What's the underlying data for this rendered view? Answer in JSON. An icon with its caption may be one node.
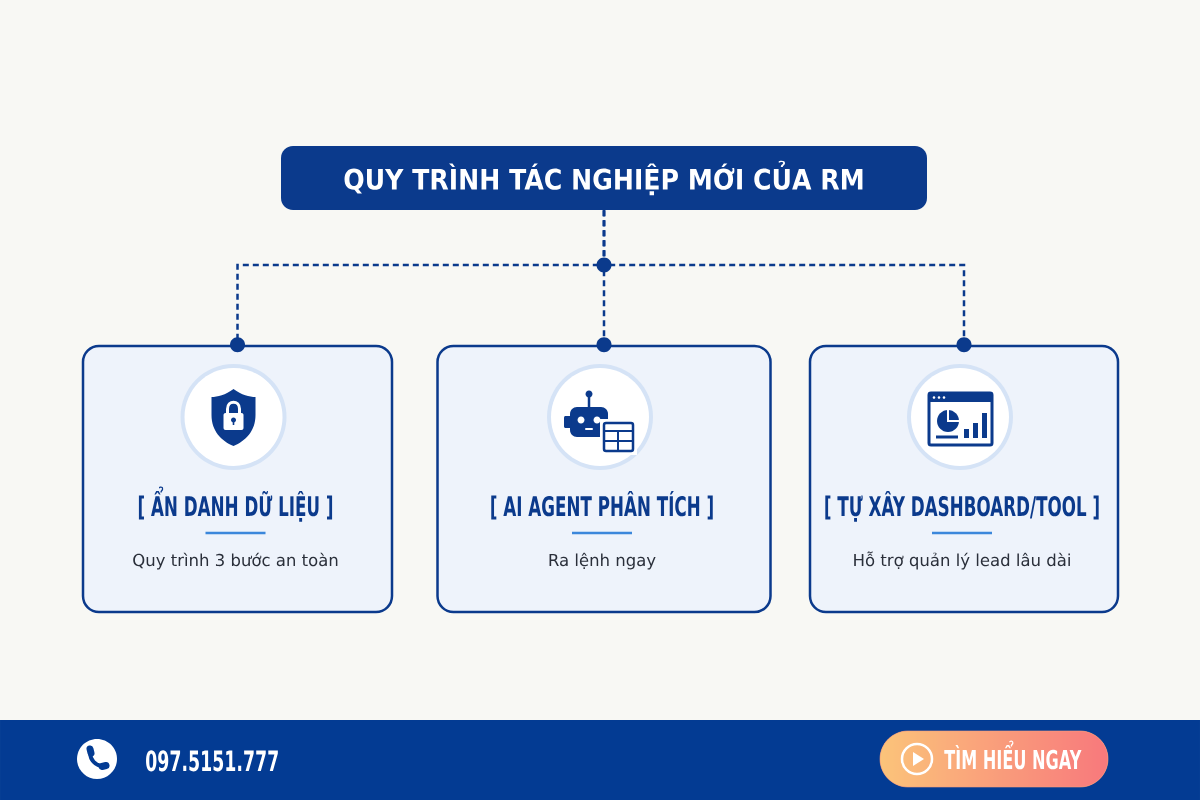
{
  "diagram": {
    "nodes": [
      {
        "text": [
          "QUY TRÌNH TÁC NGHIỆP MỚI CỦA RM"
        ]
      },
      {
        "text": [
          "[ ẨN DANH DỮ LIỆU ]",
          "Quy trình 3 bước an toàn"
        ]
      },
      {
        "text": [
          "[ AI AGENT PHÂN TÍCH ]",
          "Ra lệnh ngay"
        ]
      },
      {
        "text": [
          "[ TỰ XÂY DASHBOARD/TOOL ]",
          "Hỗ trợ quản lý lead lâu dài"
        ]
      },
      {
        "text": [
          "097.5151.777"
        ]
      },
      {
        "text": [
          "TÌM HIỂU NGAY"
        ],
        "in": 4
      }
    ],
    "edges": [
      {
        "from": 0,
        "to": 1,
        "arrow": "other",
        "style": "dashed"
      },
      {
        "from": 0,
        "to": 2,
        "arrow": "other",
        "style": "dashed"
      },
      {
        "from": 0,
        "to": 3,
        "arrow": "other",
        "style": "dashed"
      }
    ]
  }
}
